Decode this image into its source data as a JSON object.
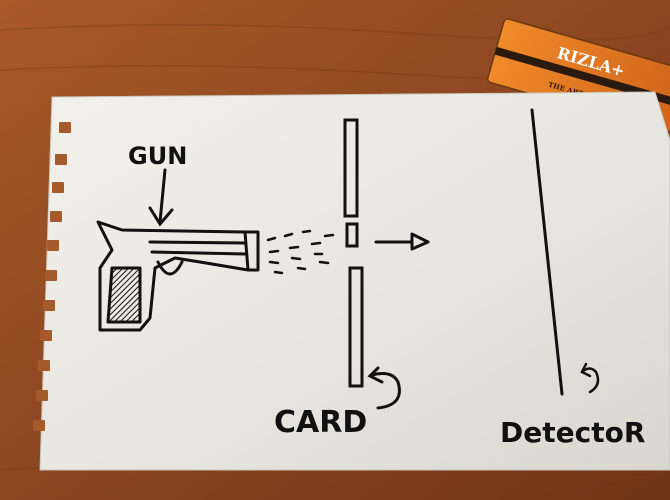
{
  "scene": {
    "description_free": true,
    "labels": {
      "gun": "GUN",
      "card": "CARD",
      "detector": "DetectoR"
    },
    "pack": {
      "brand": "RIZLA+",
      "tagline": "THE ART OF ROLLING"
    },
    "colors": {
      "table": "#8a4a22",
      "paper": "#ecebe6",
      "ink": "#111111",
      "pack_orange": "#e67a1e"
    }
  }
}
